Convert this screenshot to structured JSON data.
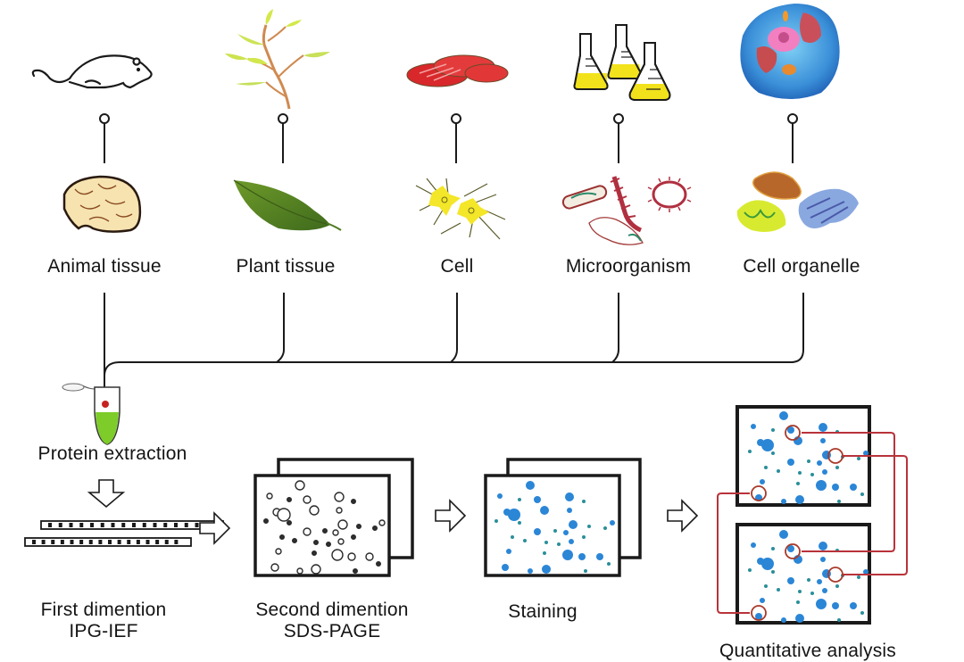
{
  "diagram": {
    "title": "",
    "sources": [
      {
        "id": "animal",
        "label": "Animal tissue",
        "top_icon": "mouse-icon",
        "bottom_icon": "brain-icon"
      },
      {
        "id": "plant",
        "label": "Plant tissue",
        "top_icon": "plant-branch-icon",
        "bottom_icon": "leaf-icon"
      },
      {
        "id": "cell",
        "label": "Cell",
        "top_icon": "petri-dish-icon",
        "bottom_icon": "neuron-icon"
      },
      {
        "id": "micro",
        "label": "Microorganism",
        "top_icon": "culture-flasks-icon",
        "bottom_icon": "bacteria-icon"
      },
      {
        "id": "organelle",
        "label": "Cell organelle",
        "top_icon": "eukaryotic-cell-icon",
        "bottom_icon": "organelles-icon"
      }
    ],
    "steps": [
      {
        "id": "extraction",
        "label": "Protein extraction",
        "icon": "microcentrifuge-tube-icon"
      },
      {
        "id": "first_dim",
        "label_line1": "First dimention",
        "label_line2": "IPG-IEF",
        "icon": "ipg-strips-icon"
      },
      {
        "id": "second_dim",
        "label_line1": "Second dimention",
        "label_line2": "SDS-PAGE",
        "icon": "gel-unstained-icon"
      },
      {
        "id": "staining",
        "label": "Staining",
        "icon": "gel-stained-icon"
      },
      {
        "id": "quant",
        "label": "Quantitative analysis",
        "icon": "gel-comparison-icon"
      }
    ],
    "colors": {
      "line": "#1a1a1a",
      "spot_blue": "#2b86d6",
      "spot_teal": "#2a8f9a",
      "match_red": "#b8333a",
      "tube_green": "#7dcc2a",
      "flask_yellow": "#f2e21c",
      "petri_red": "#d8282b"
    }
  }
}
